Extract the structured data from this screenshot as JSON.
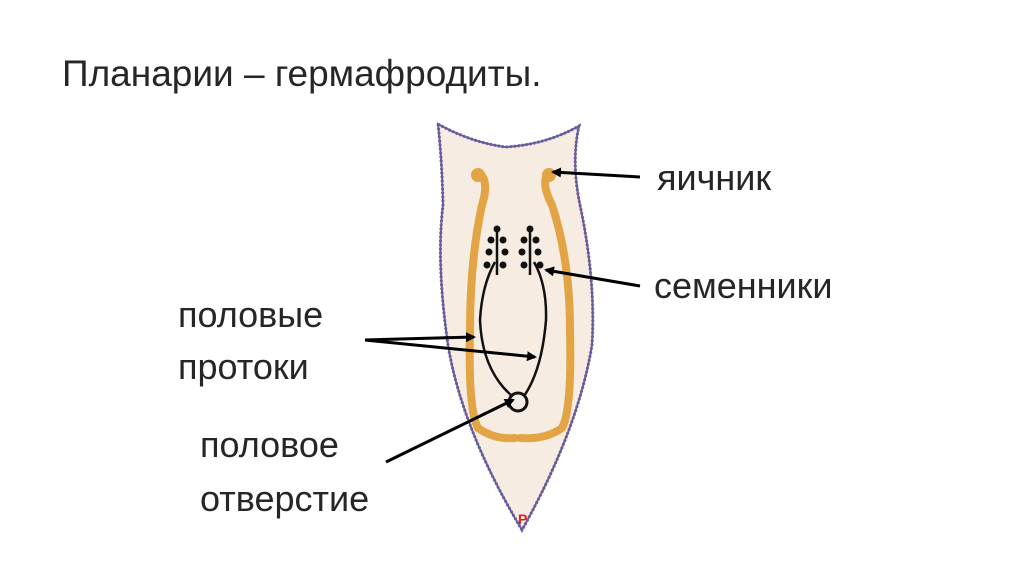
{
  "slide": {
    "title": "Планарии – гермафродиты.",
    "labels": {
      "ovary": "яичник",
      "testes": "семенники",
      "ducts_line1": "половые",
      "ducts_line2": "протоки",
      "opening_line1": "половое",
      "opening_line2": "отверстие"
    },
    "diagram_mark": "P",
    "colors": {
      "body_fill": "#f7ece1",
      "body_outline": "#6a5c9c",
      "oviduct": "#e2a444",
      "duct": "#111111",
      "mark": "#e02020"
    }
  }
}
